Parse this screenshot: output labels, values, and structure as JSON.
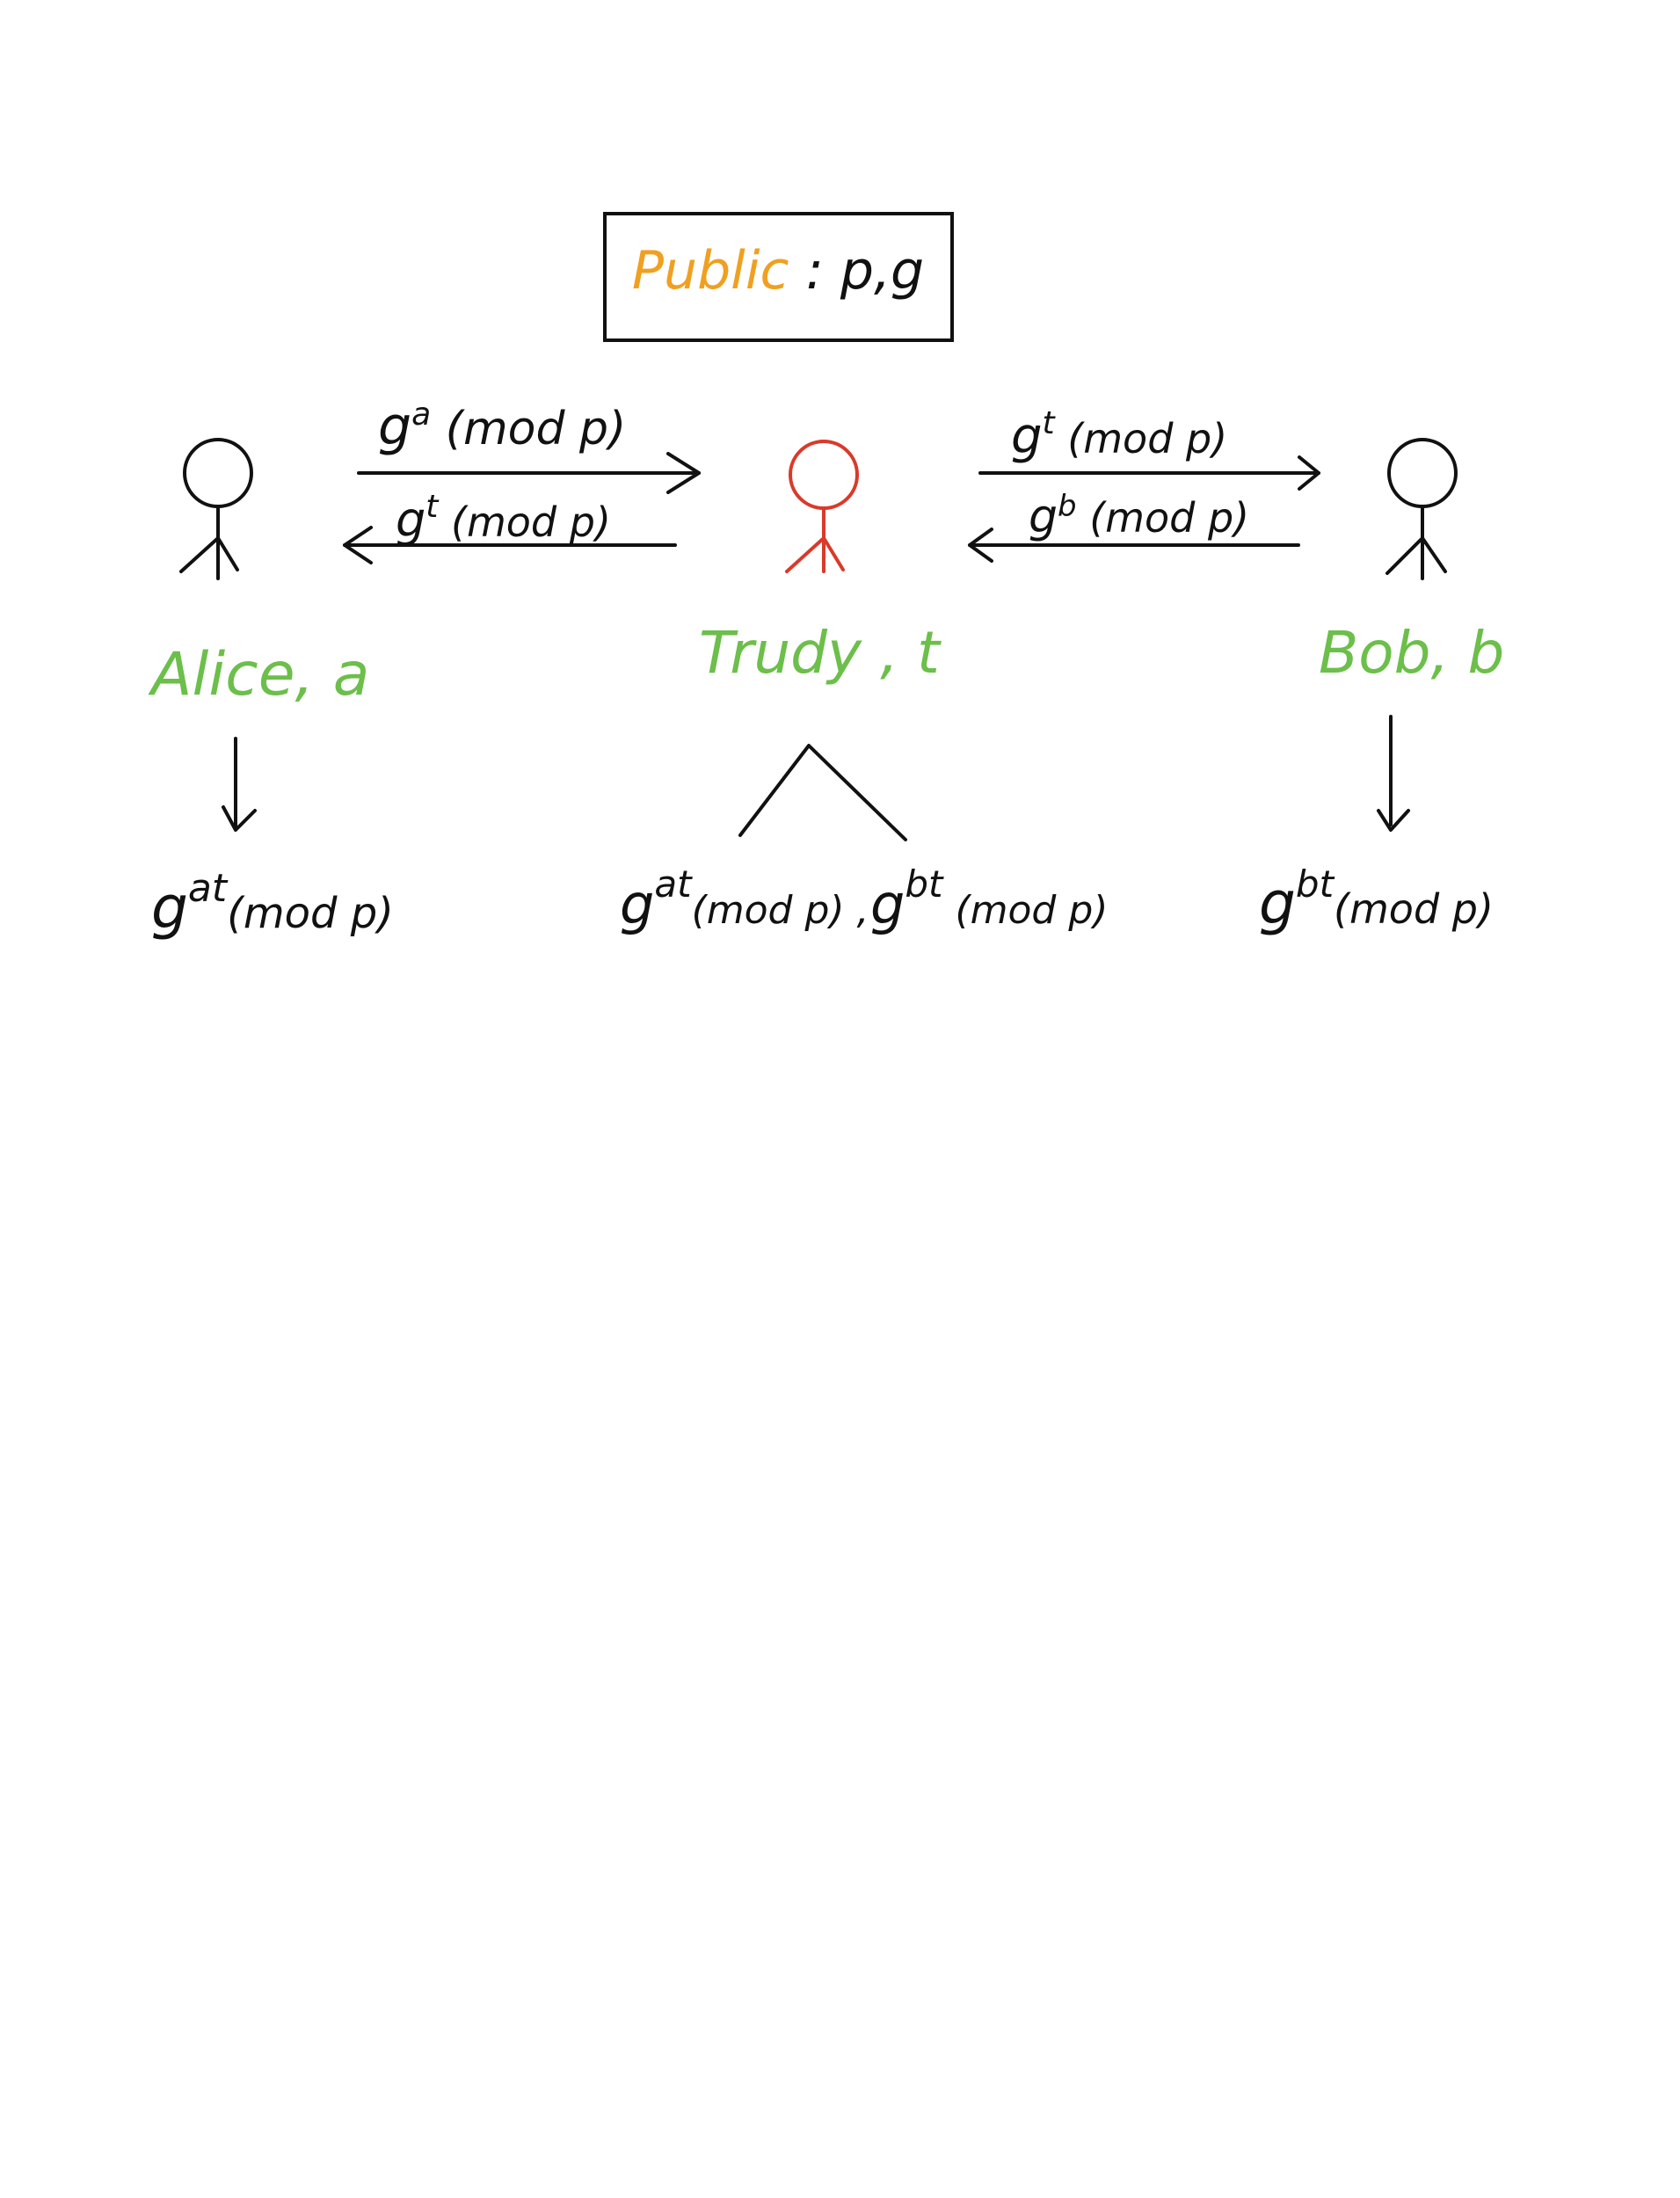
{
  "public_box": {
    "label": "Public",
    "separator": " : ",
    "values": "p,g",
    "label_color": "#f0a020"
  },
  "colors": {
    "ink": "#111111",
    "name": "#6cbf4a",
    "trudy": "#d93a2a"
  },
  "parties": {
    "alice": {
      "name": "Alice, a"
    },
    "trudy": {
      "name": "Trudy , t"
    },
    "bob": {
      "name": "Bob, b"
    }
  },
  "messages": {
    "alice_to_trudy": {
      "base": "g",
      "exp": "a",
      "rest": " (mod p)"
    },
    "trudy_to_alice": {
      "base": "g",
      "exp": "t",
      "rest": " (mod p)"
    },
    "trudy_to_bob": {
      "base": "g",
      "exp": "t",
      "rest": " (mod p)"
    },
    "bob_to_trudy": {
      "base": "g",
      "exp": "b",
      "rest": " (mod p)"
    }
  },
  "keys": {
    "alice": {
      "base": "g",
      "exp": "at",
      "rest": "(mod p)"
    },
    "trudy_1": {
      "base": "g",
      "exp": "at",
      "rest": "(mod p) ,"
    },
    "trudy_2": {
      "base": "g",
      "exp": "bt",
      "rest": " (mod p)"
    },
    "bob": {
      "base": "g",
      "exp": "bt",
      "rest": "(mod p)"
    }
  }
}
